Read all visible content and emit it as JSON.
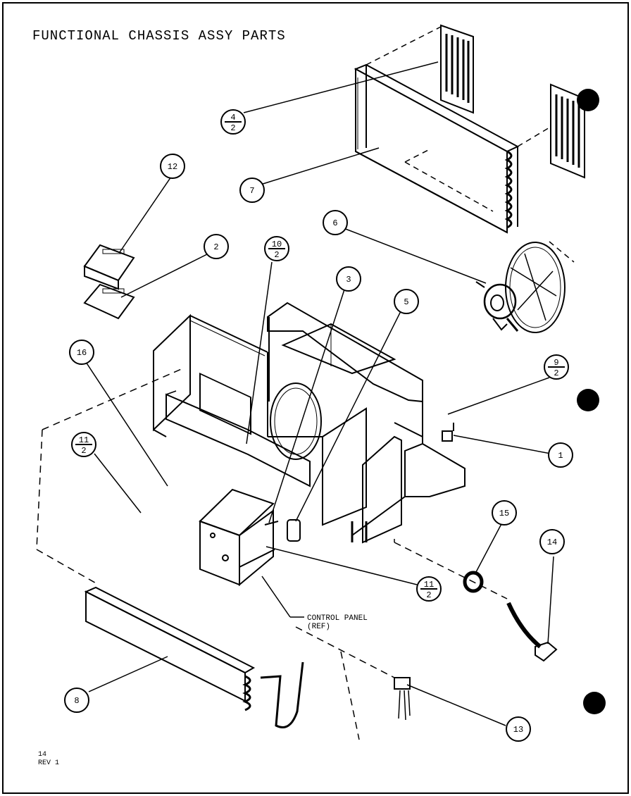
{
  "title": "FUNCTIONAL CHASSIS ASSY PARTS",
  "control_panel": {
    "line1": "CONTROL PANEL",
    "line2": "(REF)"
  },
  "callouts": [
    {
      "id": "c12",
      "top": "12"
    },
    {
      "id": "c2",
      "top": "2"
    },
    {
      "id": "c10-2",
      "top": "10",
      "bottom": "2"
    },
    {
      "id": "c3",
      "top": "3"
    },
    {
      "id": "c5",
      "top": "5"
    },
    {
      "id": "c6",
      "top": "6"
    },
    {
      "id": "c7",
      "top": "7"
    },
    {
      "id": "c4-2",
      "top": "4",
      "bottom": "2"
    },
    {
      "id": "c16",
      "top": "16"
    },
    {
      "id": "c11-2a",
      "top": "11",
      "bottom": "2"
    },
    {
      "id": "c9-2",
      "top": "9",
      "bottom": "2"
    },
    {
      "id": "c1",
      "top": "1"
    },
    {
      "id": "c15",
      "top": "15"
    },
    {
      "id": "c14",
      "top": "14"
    },
    {
      "id": "c11-2b",
      "top": "11",
      "bottom": "2"
    },
    {
      "id": "c8",
      "top": "8"
    },
    {
      "id": "c13",
      "top": "13"
    }
  ],
  "footer": {
    "page": "14",
    "rev": "REV 1"
  }
}
